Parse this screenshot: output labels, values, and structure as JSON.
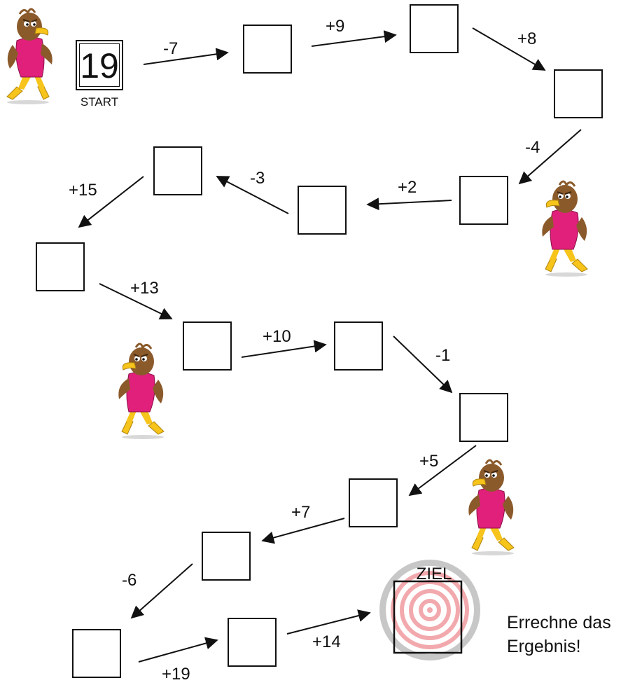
{
  "start": {
    "value": "19",
    "label": "START"
  },
  "goal": {
    "label": "ZIEL"
  },
  "instruction": {
    "line1": "Errechne das",
    "line2": "Ergebnis!"
  },
  "operations": [
    "-7",
    "+9",
    "+8",
    "-4",
    "+2",
    "-3",
    "+15",
    "+13",
    "+10",
    "-1",
    "+5",
    "+7",
    "-6",
    "+19",
    "+14"
  ],
  "colors": {
    "target_ring": "#f2a9ad",
    "target_border": "#c7c7c7",
    "mascot_shirt": "#e0207a",
    "mascot_body": "#8b5a2b",
    "mascot_beak": "#f6c41a"
  },
  "icons": [
    "eagle-mascot-runner",
    "bullseye-target"
  ]
}
